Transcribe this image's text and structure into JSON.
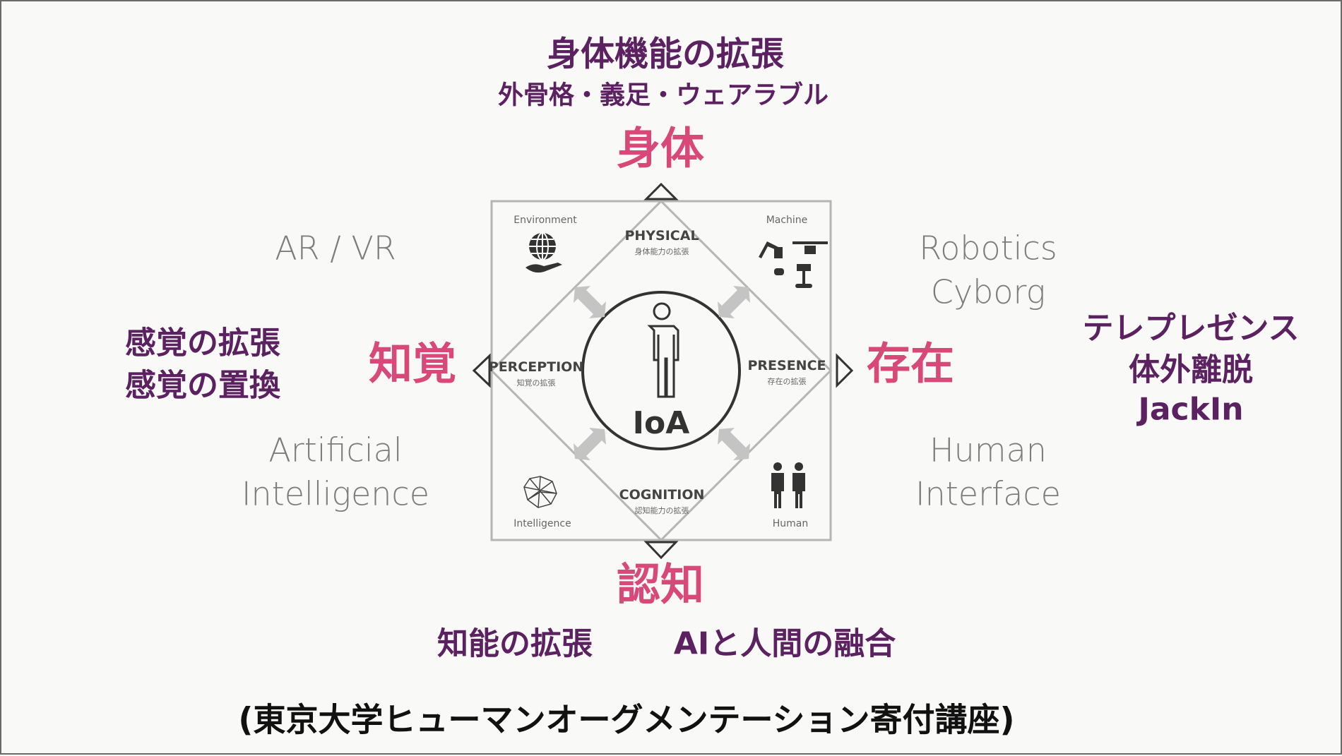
{
  "top": {
    "heading": "身体機能の拡張",
    "sub": "外骨格・義足・ウェアラブル",
    "axis": "身体"
  },
  "left": {
    "lines": [
      "感覚の拡張",
      "感覚の置換"
    ],
    "axis": "知覚"
  },
  "right": {
    "lines": [
      "テレプレゼンス",
      "体外離脱",
      "JackIn"
    ],
    "axis": "存在"
  },
  "bottom": {
    "axis": "認知",
    "left_text": "知能の拡張",
    "right_text": "AIと人間の融合"
  },
  "corners": {
    "top_left": "AR / VR",
    "top_right": [
      "Robotics",
      "Cyborg"
    ],
    "bottom_left": [
      "Artificial",
      "Intelligence"
    ],
    "bottom_right": [
      "Human",
      "Interface"
    ]
  },
  "diagram": {
    "center": "IoA",
    "physical": {
      "title": "PHYSICAL",
      "sub": "身体能力の拡張"
    },
    "perception": {
      "title": "PERCEPTION",
      "sub": "知覚の拡張"
    },
    "presence": {
      "title": "PRESENCE",
      "sub": "存在の拡張"
    },
    "cognition": {
      "title": "COGNITION",
      "sub": "認知能力の拡張"
    },
    "environment": "Environment",
    "machine": "Machine",
    "intelligence": "Intelligence",
    "human": "Human"
  },
  "footer": "(東京大学ヒューマンオーグメンテーション寄付講座)",
  "colors": {
    "purple": "#5b2160",
    "pink": "#d8497a"
  }
}
